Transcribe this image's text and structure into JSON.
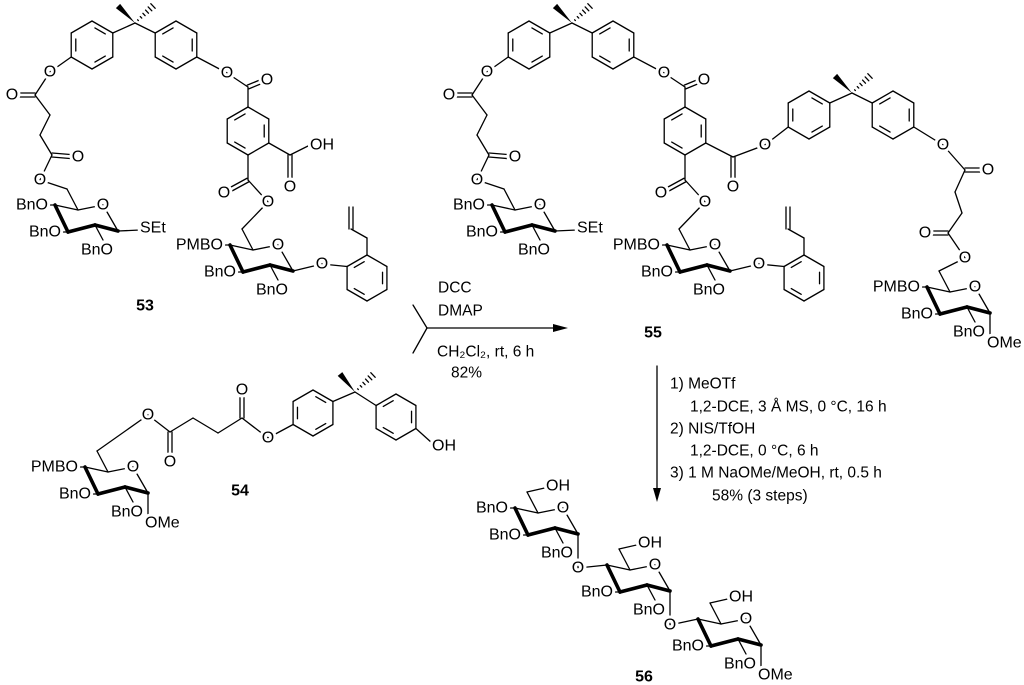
{
  "compound_53": {
    "number": "53",
    "atoms": [
      "O",
      "O",
      "O",
      "O",
      "O",
      "O",
      "O",
      "O",
      "O",
      "O",
      "OH"
    ],
    "sugar_1": {
      "c4": "BnO",
      "c3": "BnO",
      "ring_o": "O",
      "c2": "BnO",
      "c1": "SEt"
    },
    "sugar_2": {
      "c4": "PMBO",
      "c3": "BnO",
      "ring_o": "O",
      "c2": "BnO",
      "c1": "O"
    }
  },
  "compound_54": {
    "number": "54",
    "atoms": [
      "O",
      "O",
      "O",
      "O",
      "OH"
    ],
    "sugar": {
      "c4": "PMBO",
      "c3": "BnO",
      "ring_o": "O",
      "c2": "BnO",
      "c1": "OMe"
    }
  },
  "compound_55": {
    "number": "55",
    "atoms": [
      "O",
      "O",
      "O",
      "O",
      "O",
      "O",
      "O",
      "O",
      "O",
      "O",
      "O",
      "O",
      "O",
      "O",
      "O"
    ],
    "sugar_1": {
      "c4": "BnO",
      "c3": "BnO",
      "ring_o": "O",
      "c2": "BnO",
      "c1": "SEt"
    },
    "sugar_2": {
      "c4": "PMBO",
      "c3": "BnO",
      "ring_o": "O",
      "c2": "BnO",
      "c1": "O"
    },
    "sugar_3": {
      "c4": "PMBO",
      "c3": "BnO",
      "ring_o": "O",
      "c2": "BnO",
      "c1": "OMe"
    }
  },
  "compound_56": {
    "number": "56",
    "sugar_a": {
      "c4": "BnO",
      "c3": "BnO",
      "ring_o": "O",
      "c2": "BnO",
      "c6": "OH",
      "c1": "O"
    },
    "sugar_b": {
      "c3": "BnO",
      "ring_o": "O",
      "c2": "BnO",
      "c6": "OH",
      "c1": "O"
    },
    "sugar_c": {
      "c3": "BnO",
      "ring_o": "O",
      "c2": "BnO",
      "c6": "OH",
      "c1": "OMe"
    }
  },
  "step_1": {
    "reagents": [
      "DCC",
      "DMAP"
    ],
    "conditions": "CH₂Cl₂, rt, 6 h",
    "yield": "82%"
  },
  "step_2": {
    "lines": [
      "1) MeOTf",
      "1,2-DCE, 3 Å MS, 0 °C, 16 h",
      "2) NIS/TfOH",
      "1,2-DCE, 0 °C, 6 h",
      "3) 1 M NaOMe/MeOH, rt, 0.5 h",
      "58% (3 steps)"
    ]
  }
}
